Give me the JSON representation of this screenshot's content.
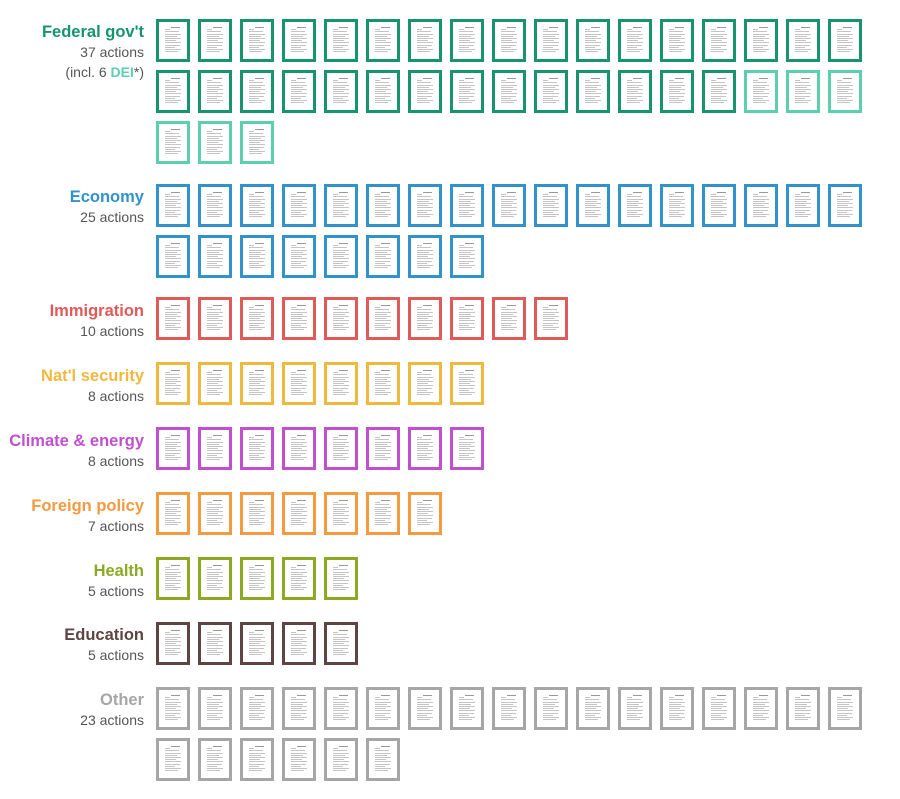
{
  "chart_data": {
    "type": "icon-array",
    "categories": [
      {
        "name": "Federal gov't",
        "count_label": "37 actions",
        "value": 37,
        "color": "#16946d",
        "highlight": {
          "note_prefix": "(incl. 6 ",
          "note_term": "DEI",
          "note_suffix": "*)",
          "value": 6,
          "color": "#5ccfae"
        }
      },
      {
        "name": "Economy",
        "count_label": "25 actions",
        "value": 25,
        "color": "#3293cc"
      },
      {
        "name": "Immigration",
        "count_label": "10 actions",
        "value": 10,
        "color": "#e05a57"
      },
      {
        "name": "Nat'l security",
        "count_label": "8 actions",
        "value": 8,
        "color": "#f1b83e"
      },
      {
        "name": "Climate & energy",
        "count_label": "8 actions",
        "value": 8,
        "color": "#c14fd0"
      },
      {
        "name": "Foreign policy",
        "count_label": "7 actions",
        "value": 7,
        "color": "#f69a42"
      },
      {
        "name": "Health",
        "count_label": "5 actions",
        "value": 5,
        "color": "#8aaa22"
      },
      {
        "name": "Education",
        "count_label": "5 actions",
        "value": 5,
        "color": "#5e4543"
      },
      {
        "name": "Other",
        "count_label": "23 actions",
        "value": 23,
        "color": "#a6a6a6"
      }
    ]
  }
}
